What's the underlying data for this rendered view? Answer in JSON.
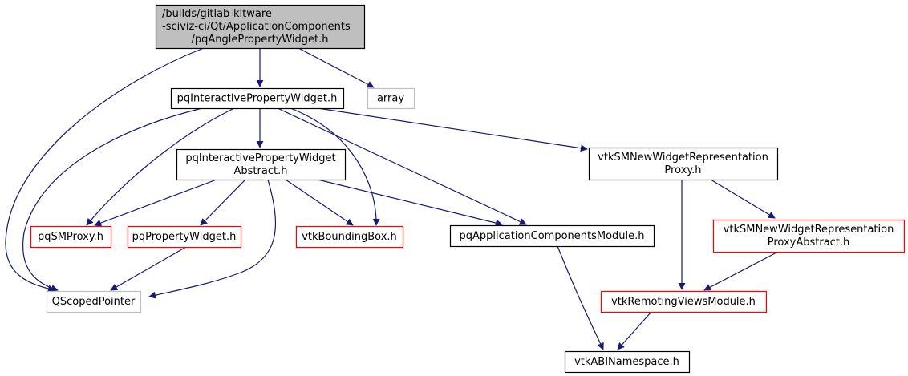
{
  "diagram": {
    "type": "include-dependency-graph",
    "colors": {
      "edge": "#191970",
      "root_fill": "#bfbfbf",
      "documented_border": "#000000",
      "truncated_border": "#ff0000",
      "external_border": "#bfbfbf"
    },
    "nodes": [
      {
        "id": "root",
        "lines": [
          "/builds/gitlab-kitware",
          "-sciviz-ci/Qt/ApplicationComponents",
          "/pqAnglePropertyWidget.h"
        ],
        "style": "root"
      },
      {
        "id": "pqInteractivePropertyWidget",
        "lines": [
          "pqInteractivePropertyWidget.h"
        ],
        "style": "documented"
      },
      {
        "id": "array",
        "lines": [
          "array"
        ],
        "style": "external"
      },
      {
        "id": "pqInteractivePropertyWidgetAbstract",
        "lines": [
          "pqInteractivePropertyWidget",
          "Abstract.h"
        ],
        "style": "documented"
      },
      {
        "id": "vtkSMNewWidgetRepresentationProxy",
        "lines": [
          "vtkSMNewWidgetRepresentation",
          "Proxy.h"
        ],
        "style": "documented"
      },
      {
        "id": "pqSMProxy",
        "lines": [
          "pqSMProxy.h"
        ],
        "style": "truncated"
      },
      {
        "id": "pqPropertyWidget",
        "lines": [
          "pqPropertyWidget.h"
        ],
        "style": "truncated"
      },
      {
        "id": "vtkBoundingBox",
        "lines": [
          "vtkBoundingBox.h"
        ],
        "style": "truncated"
      },
      {
        "id": "pqApplicationComponentsModule",
        "lines": [
          "pqApplicationComponentsModule.h"
        ],
        "style": "documented"
      },
      {
        "id": "vtkSMNewWidgetRepresentationProxyAbstract",
        "lines": [
          "vtkSMNewWidgetRepresentation",
          "ProxyAbstract.h"
        ],
        "style": "truncated"
      },
      {
        "id": "QScopedPointer",
        "lines": [
          "QScopedPointer"
        ],
        "style": "external"
      },
      {
        "id": "vtkRemotingViewsModule",
        "lines": [
          "vtkRemotingViewsModule.h"
        ],
        "style": "truncated"
      },
      {
        "id": "vtkABINamespace",
        "lines": [
          "vtkABINamespace.h"
        ],
        "style": "documented"
      }
    ],
    "edges": [
      {
        "from": "root",
        "to": "pqInteractivePropertyWidget"
      },
      {
        "from": "root",
        "to": "array"
      },
      {
        "from": "root",
        "to": "QScopedPointer"
      },
      {
        "from": "pqInteractivePropertyWidget",
        "to": "pqInteractivePropertyWidgetAbstract"
      },
      {
        "from": "pqInteractivePropertyWidget",
        "to": "QScopedPointer"
      },
      {
        "from": "pqInteractivePropertyWidget",
        "to": "pqSMProxy"
      },
      {
        "from": "pqInteractivePropertyWidget",
        "to": "vtkBoundingBox"
      },
      {
        "from": "pqInteractivePropertyWidget",
        "to": "pqApplicationComponentsModule"
      },
      {
        "from": "pqInteractivePropertyWidget",
        "to": "vtkSMNewWidgetRepresentationProxy"
      },
      {
        "from": "pqInteractivePropertyWidgetAbstract",
        "to": "pqSMProxy"
      },
      {
        "from": "pqInteractivePropertyWidgetAbstract",
        "to": "pqPropertyWidget"
      },
      {
        "from": "pqInteractivePropertyWidgetAbstract",
        "to": "QScopedPointer"
      },
      {
        "from": "pqInteractivePropertyWidgetAbstract",
        "to": "vtkBoundingBox"
      },
      {
        "from": "pqInteractivePropertyWidgetAbstract",
        "to": "pqApplicationComponentsModule"
      },
      {
        "from": "pqPropertyWidget",
        "to": "QScopedPointer"
      },
      {
        "from": "vtkSMNewWidgetRepresentationProxy",
        "to": "vtkRemotingViewsModule"
      },
      {
        "from": "vtkSMNewWidgetRepresentationProxy",
        "to": "vtkSMNewWidgetRepresentationProxyAbstract"
      },
      {
        "from": "vtkSMNewWidgetRepresentationProxyAbstract",
        "to": "vtkRemotingViewsModule"
      },
      {
        "from": "pqApplicationComponentsModule",
        "to": "vtkABINamespace"
      },
      {
        "from": "vtkRemotingViewsModule",
        "to": "vtkABINamespace"
      }
    ]
  }
}
